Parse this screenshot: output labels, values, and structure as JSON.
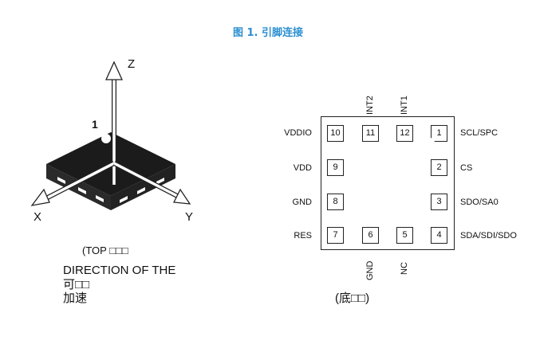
{
  "title": "图 1. 引脚连接",
  "left_view": {
    "axes": {
      "z": "Z",
      "x": "X",
      "y": "Y"
    },
    "pin1_marker": "1",
    "caption": [
      "(TOP □□□",
      "DIRECTION OF THE",
      "可□□",
      "加速"
    ]
  },
  "right_view": {
    "caption": "(底□□)",
    "pads": [
      {
        "num": "10",
        "label": "VDDIO",
        "side": "left"
      },
      {
        "num": "9",
        "label": "VDD",
        "side": "left"
      },
      {
        "num": "8",
        "label": "GND",
        "side": "left"
      },
      {
        "num": "7",
        "label": "RES",
        "side": "left"
      },
      {
        "num": "11",
        "label": "INT2",
        "side": "top"
      },
      {
        "num": "12",
        "label": "INT1",
        "side": "top"
      },
      {
        "num": "6",
        "label": "GND",
        "side": "bottom"
      },
      {
        "num": "5",
        "label": "NC",
        "side": "bottom"
      },
      {
        "num": "1",
        "label": "SCL/SPC",
        "side": "right"
      },
      {
        "num": "2",
        "label": "CS",
        "side": "right"
      },
      {
        "num": "3",
        "label": "SDO/SA0",
        "side": "right"
      },
      {
        "num": "4",
        "label": "SDA/SDI/SDO",
        "side": "right"
      }
    ]
  }
}
